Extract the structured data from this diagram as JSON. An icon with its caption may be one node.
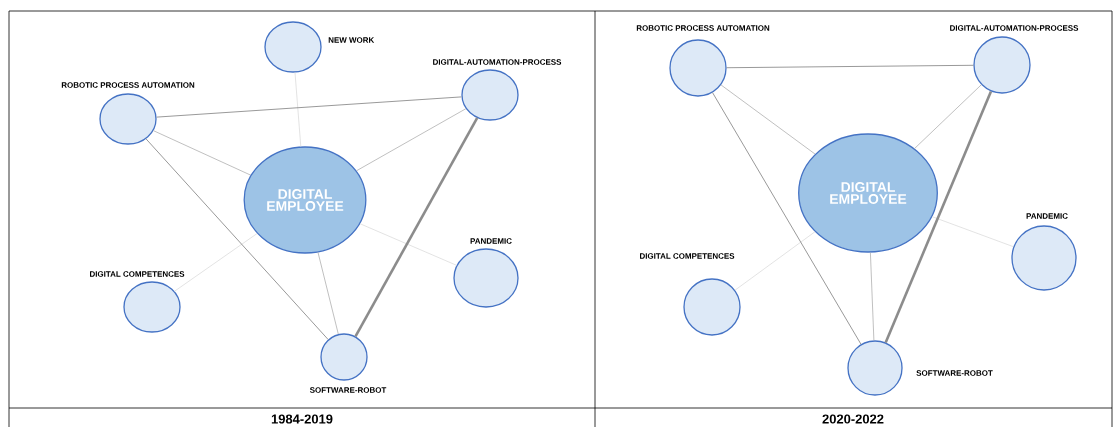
{
  "diagram": {
    "nodes": [
      {
        "text": [],
        "shape": "circle",
        "beside": [
          "NEW WORK"
        ]
      },
      {
        "text": [],
        "shape": "circle",
        "beside": [
          "DIGITAL-AUTOMATION-PROCESS"
        ]
      },
      {
        "text": [],
        "shape": "circle",
        "beside": [
          "ROBOTIC PROCESS AUTOMATION"
        ]
      },
      {
        "text": [
          "DIGITAL EMPLOYEE"
        ]
      },
      {
        "text": [],
        "shape": "circle",
        "beside": [
          "PANDEMIC"
        ]
      },
      {
        "text": [],
        "shape": "circle",
        "beside": [
          "DIGITAL COMPETENCES"
        ]
      },
      {
        "text": [],
        "shape": "circle",
        "beside": [
          "SOFTWARE-ROBOT"
        ]
      },
      {
        "text": [],
        "shape": "circle",
        "beside": [
          "ROBOTIC PROCESS AUTOMATION"
        ]
      },
      {
        "text": [],
        "shape": "circle",
        "beside": [
          "DIGITAL-AUTOMATION-PROCESS"
        ]
      },
      {
        "text": [
          "DIGITAL EMPLOYEE"
        ]
      },
      {
        "text": [],
        "shape": "circle",
        "beside": [
          "PANDEMIC"
        ]
      },
      {
        "text": [],
        "shape": "circle",
        "beside": [
          "DIGITAL COMPETENCES"
        ]
      },
      {
        "text": [],
        "shape": "circle",
        "beside": [
          "SOFTWARE-ROBOT"
        ]
      }
    ],
    "edges": [
      {
        "from": 3,
        "to": 0,
        "arrow": "none",
        "color": "#dcdcdc"
      },
      {
        "from": 3,
        "to": 2,
        "arrow": "none"
      },
      {
        "from": 3,
        "to": 1,
        "arrow": "none"
      },
      {
        "from": 3,
        "to": 4,
        "arrow": "none",
        "color": "#dcdcdc"
      },
      {
        "from": 3,
        "to": 5,
        "arrow": "none",
        "color": "#dcdcdc"
      },
      {
        "from": 3,
        "to": 6,
        "arrow": "none"
      },
      {
        "from": 2,
        "to": 1,
        "arrow": "none",
        "color": "#7f7f7f"
      },
      {
        "from": 2,
        "to": 6,
        "arrow": "none",
        "color": "#7f7f7f"
      },
      {
        "from": 1,
        "to": 6,
        "arrow": "none",
        "style": "thick",
        "color": "#8c8c8c"
      },
      {
        "from": 9,
        "to": 7,
        "arrow": "none"
      },
      {
        "from": 9,
        "to": 8,
        "arrow": "none"
      },
      {
        "from": 9,
        "to": 10,
        "arrow": "none",
        "color": "#dcdcdc"
      },
      {
        "from": 9,
        "to": 11,
        "arrow": "none",
        "color": "#dcdcdc"
      },
      {
        "from": 9,
        "to": 12,
        "arrow": "none"
      },
      {
        "from": 7,
        "to": 8,
        "arrow": "none",
        "color": "#7f7f7f"
      },
      {
        "from": 7,
        "to": 12,
        "arrow": "none",
        "color": "#7f7f7f"
      },
      {
        "from": 8,
        "to": 12,
        "arrow": "none",
        "style": "thick",
        "color": "#8c8c8c"
      }
    ],
    "labels": [
      "1984-2019",
      "2020-2022"
    ]
  }
}
